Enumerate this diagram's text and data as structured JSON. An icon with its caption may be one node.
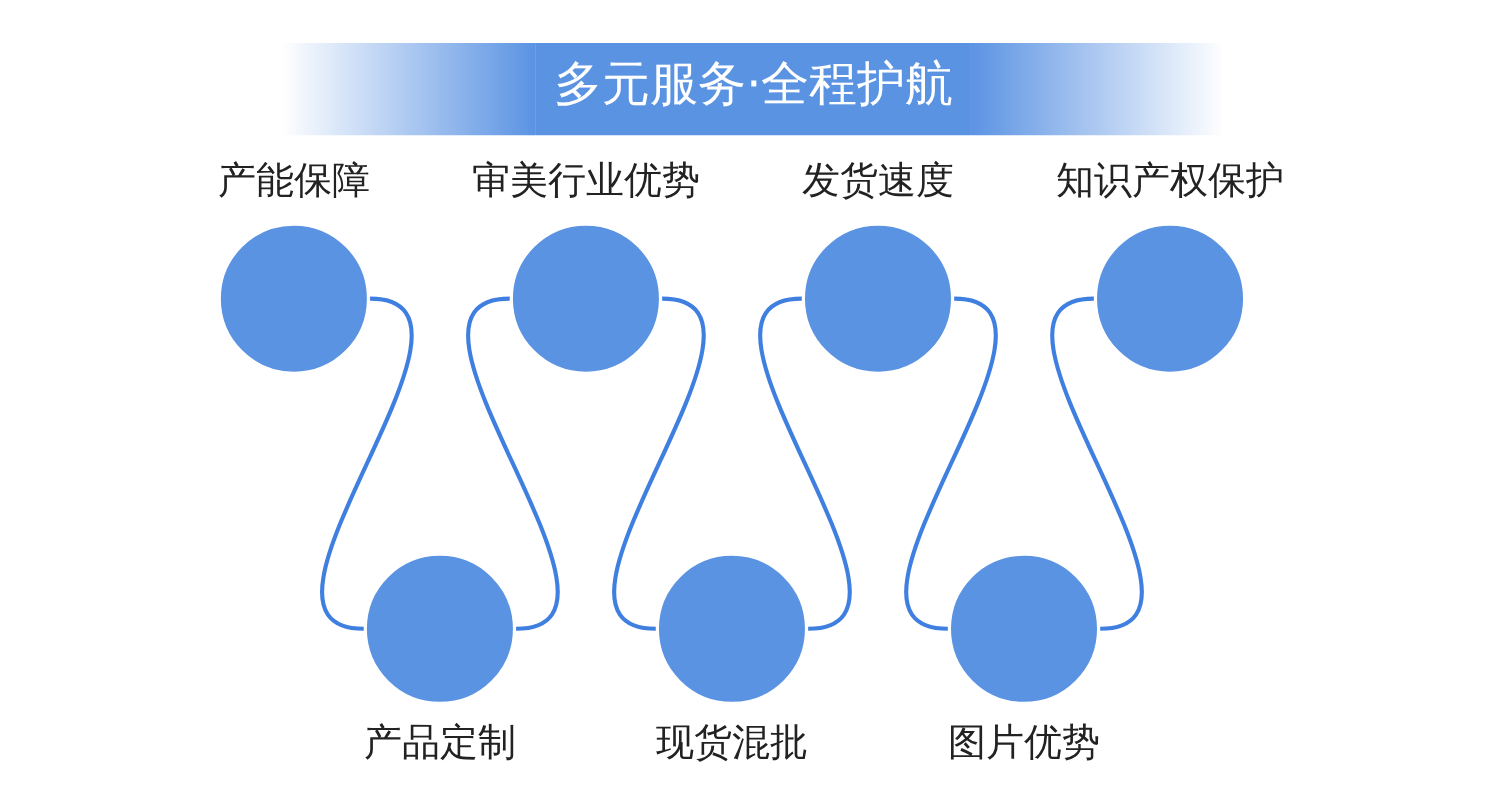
{
  "diagram": {
    "title": "多元服务·全程护航",
    "nodes": [
      {
        "text": [
          "产能保障"
        ]
      },
      {
        "text": [
          "产品定制"
        ]
      },
      {
        "text": [
          "审美行业优势"
        ]
      },
      {
        "text": [
          "现货混批"
        ]
      },
      {
        "text": [
          "发货速度"
        ]
      },
      {
        "text": [
          "图片优势"
        ]
      },
      {
        "text": [
          "知识产权保护"
        ]
      }
    ],
    "edges": [
      {
        "from": 0,
        "to": 1,
        "arrow": "none"
      },
      {
        "from": 1,
        "to": 2,
        "arrow": "none"
      },
      {
        "from": 2,
        "to": 3,
        "arrow": "none"
      },
      {
        "from": 3,
        "to": 4,
        "arrow": "none"
      },
      {
        "from": 4,
        "to": 5,
        "arrow": "none"
      },
      {
        "from": 5,
        "to": 6,
        "arrow": "none"
      }
    ]
  }
}
